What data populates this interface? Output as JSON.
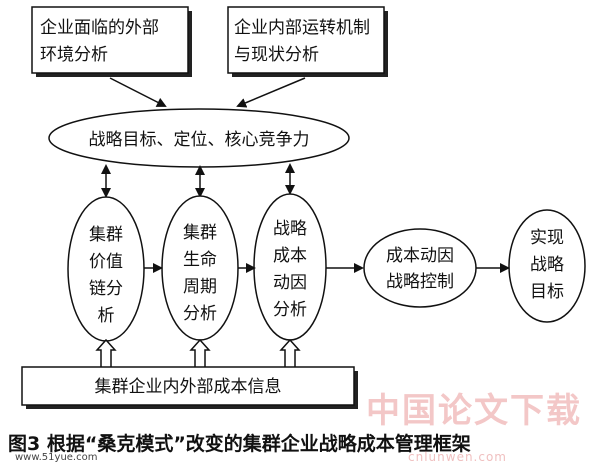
{
  "boxes": {
    "external_env": [
      "企业面临的外部",
      "环境分析"
    ],
    "internal_mech": [
      "企业内部运转机制",
      "与现状分析"
    ],
    "cost_info": "集群企业内外部成本信息"
  },
  "ellipses": {
    "strategy": "战略目标、定位、核心竞争力",
    "value_chain": [
      "集群",
      "价值",
      "链分",
      "析"
    ],
    "life_cycle": [
      "集群",
      "生命",
      "周期",
      "分析"
    ],
    "cost_driver": [
      "战略",
      "成本",
      "动因",
      "分析"
    ],
    "cost_control": [
      "成本动因",
      "战略控制"
    ],
    "achieve_goal": [
      "实现",
      "战略",
      "目标"
    ]
  },
  "caption": "图3 根据“桑克模式”改变的集群企业战略成本管理框架",
  "watermark": {
    "brand": "中国论文下载",
    "url_left": "www.51yue.com",
    "url_right": "cnlunwen.com"
  }
}
